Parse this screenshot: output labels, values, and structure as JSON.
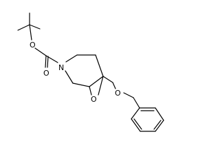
{
  "molecule": {
    "atoms": {
      "ring_nitrogen": "N",
      "carbonyl_oxygen": "O",
      "ester_oxygen": "O",
      "epoxide_oxygen": "O",
      "ether_oxygen": "O"
    }
  },
  "colors": {
    "bond": "#000000",
    "text": "#000000",
    "background": "#ffffff"
  }
}
